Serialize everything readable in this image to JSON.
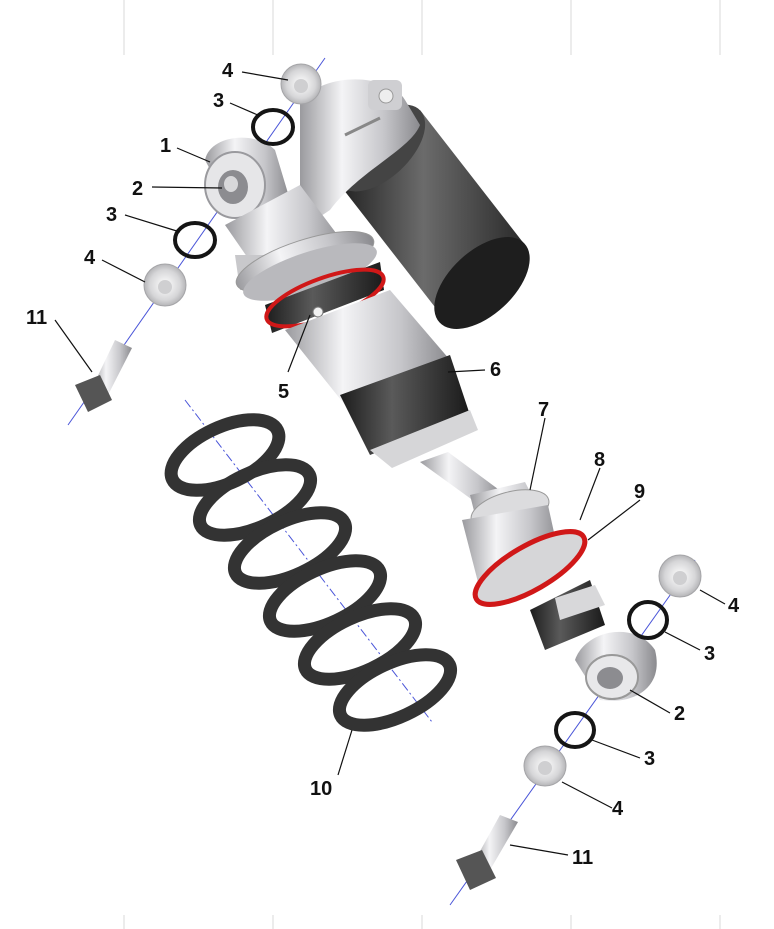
{
  "diagram": {
    "type": "exploded-parts-view",
    "callouts": [
      "1",
      "2",
      "3",
      "4",
      "5",
      "6",
      "7",
      "8",
      "9",
      "10",
      "11"
    ],
    "colors": {
      "metal": "#c9c9cc",
      "dark_rubber": "#2e2e2e",
      "red_ring": "#d01818",
      "axis_line": "#4a55d8",
      "spring": "#3a3a3a"
    }
  }
}
